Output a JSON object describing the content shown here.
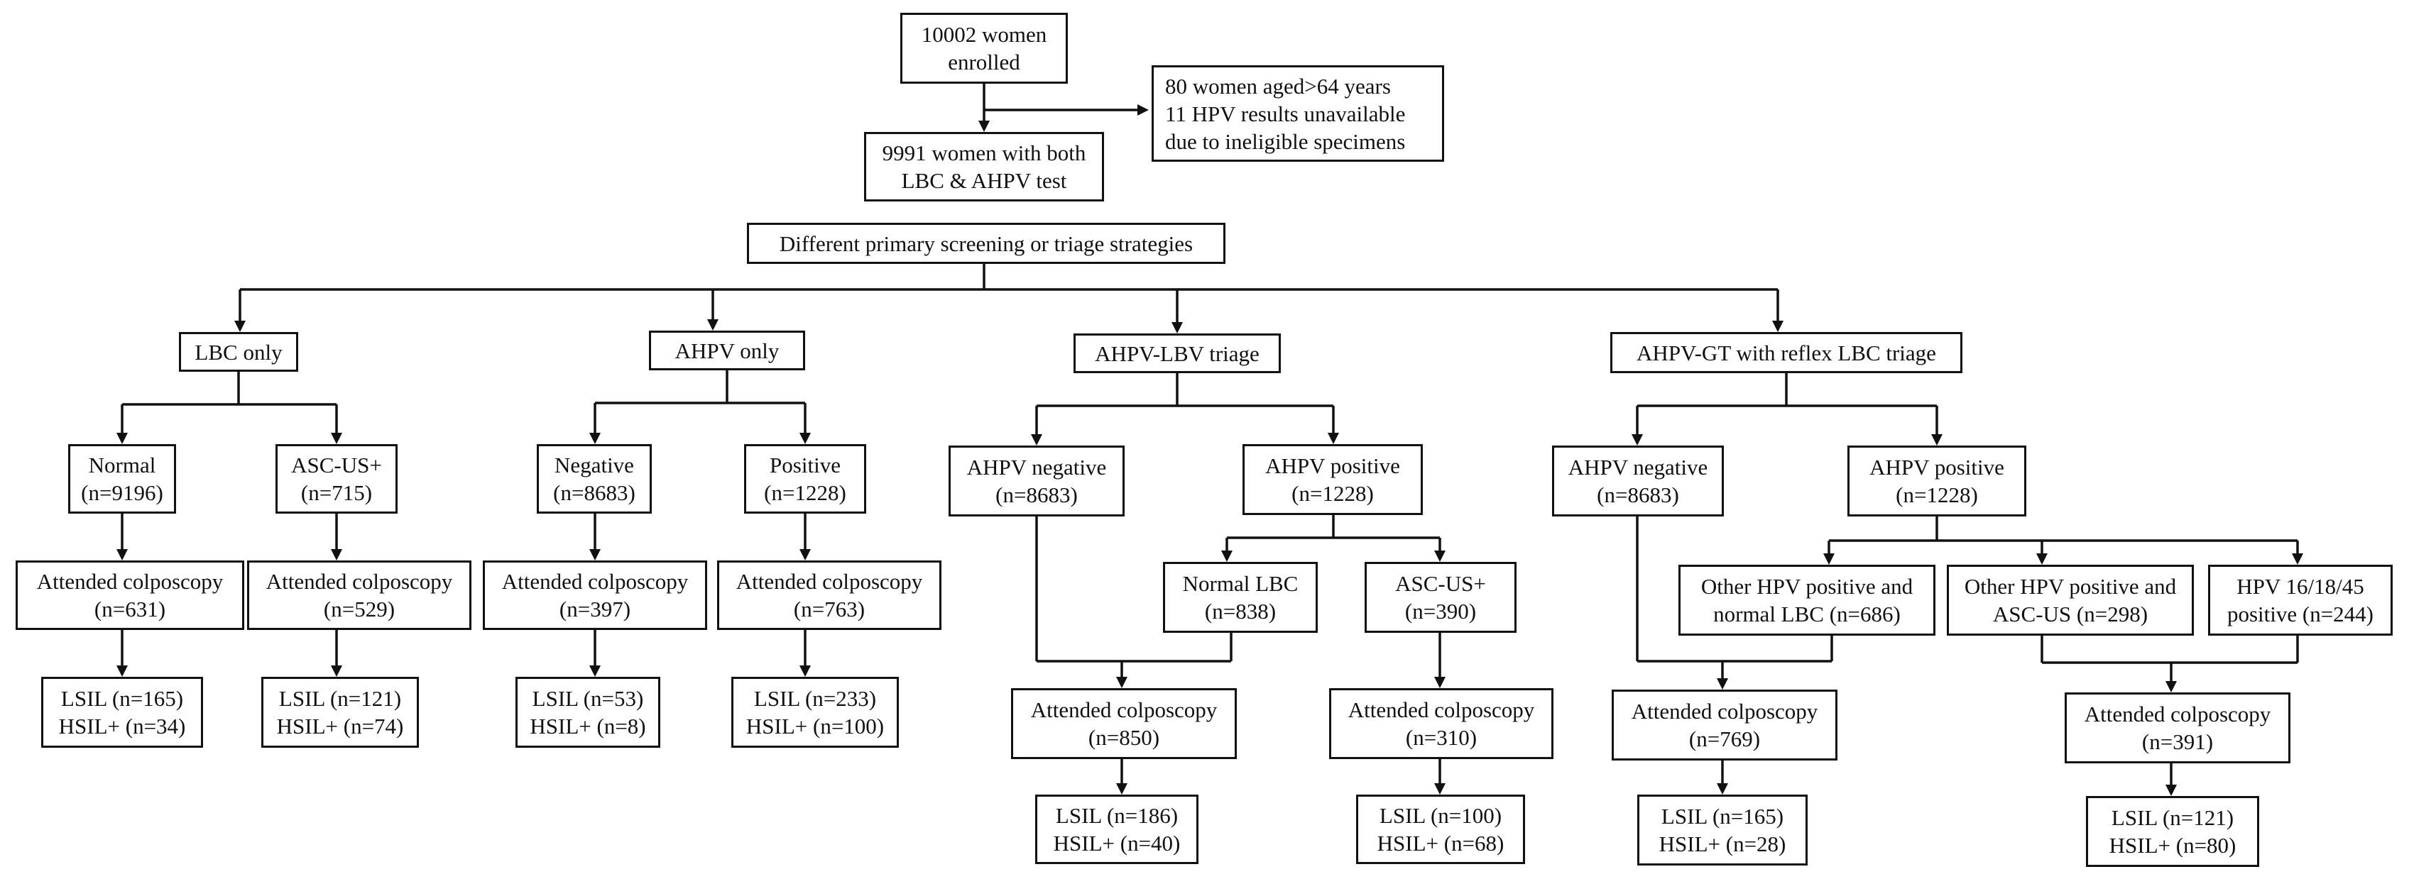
{
  "nodes": {
    "enrolled": [
      "10002 women",
      "enrolled"
    ],
    "excluded": [
      "80 women aged>64 years",
      "11 HPV results unavailable",
      "due to ineligible specimens"
    ],
    "both_tests": [
      "9991 women with both",
      "LBC & AHPV test"
    ],
    "strategies": [
      "Different primary screening or triage strategies"
    ],
    "lbc_only": [
      "LBC only"
    ],
    "ahpv_only": [
      "AHPV only"
    ],
    "ahpv_lbv": [
      "AHPV-LBV triage"
    ],
    "ahpv_gt": [
      "AHPV-GT with reflex LBC triage"
    ],
    "lbc_normal": [
      "Normal",
      "(n=9196)"
    ],
    "lbc_ascus": [
      "ASC-US+",
      "(n=715)"
    ],
    "lbc_normal_colpo": [
      "Attended colposcopy",
      "(n=631)"
    ],
    "lbc_ascus_colpo": [
      "Attended colposcopy",
      "(n=529)"
    ],
    "lbc_normal_result": [
      "LSIL (n=165)",
      "HSIL+ (n=34)"
    ],
    "lbc_ascus_result": [
      "LSIL (n=121)",
      "HSIL+ (n=74)"
    ],
    "ahpv_neg": [
      "Negative",
      "(n=8683)"
    ],
    "ahpv_pos": [
      "Positive",
      "(n=1228)"
    ],
    "ahpv_neg_colpo": [
      "Attended colposcopy",
      "(n=397)"
    ],
    "ahpv_pos_colpo": [
      "Attended colposcopy",
      "(n=763)"
    ],
    "ahpv_neg_result": [
      "LSIL (n=53)",
      "HSIL+ (n=8)"
    ],
    "ahpv_pos_result": [
      "LSIL (n=233)",
      "HSIL+ (n=100)"
    ],
    "lbv_neg": [
      "AHPV negative",
      "(n=8683)"
    ],
    "lbv_pos": [
      "AHPV positive",
      "(n=1228)"
    ],
    "lbv_normal": [
      "Normal LBC",
      "(n=838)"
    ],
    "lbv_ascus": [
      "ASC-US+",
      "(n=390)"
    ],
    "lbv_colpo_a": [
      "Attended colposcopy",
      "(n=850)"
    ],
    "lbv_colpo_b": [
      "Attended colposcopy",
      "(n=310)"
    ],
    "lbv_result_a": [
      "LSIL (n=186)",
      "HSIL+ (n=40)"
    ],
    "lbv_result_b": [
      "LSIL (n=100)",
      "HSIL+ (n=68)"
    ],
    "gt_neg": [
      "AHPV negative",
      "(n=8683)"
    ],
    "gt_pos": [
      "AHPV positive",
      "(n=1228)"
    ],
    "gt_other_normal": [
      "Other HPV positive and",
      "normal LBC (n=686)"
    ],
    "gt_other_ascus": [
      "Other HPV positive and",
      "ASC-US (n=298)"
    ],
    "gt_hpv161845": [
      "HPV 16/18/45",
      "positive (n=244)"
    ],
    "gt_colpo_a": [
      "Attended colposcopy",
      "(n=769)"
    ],
    "gt_colpo_b": [
      "Attended colposcopy",
      "(n=391)"
    ],
    "gt_result_a": [
      "LSIL (n=165)",
      "HSIL+ (n=28)"
    ],
    "gt_result_b": [
      "LSIL (n=121)",
      "HSIL+ (n=80)"
    ]
  }
}
